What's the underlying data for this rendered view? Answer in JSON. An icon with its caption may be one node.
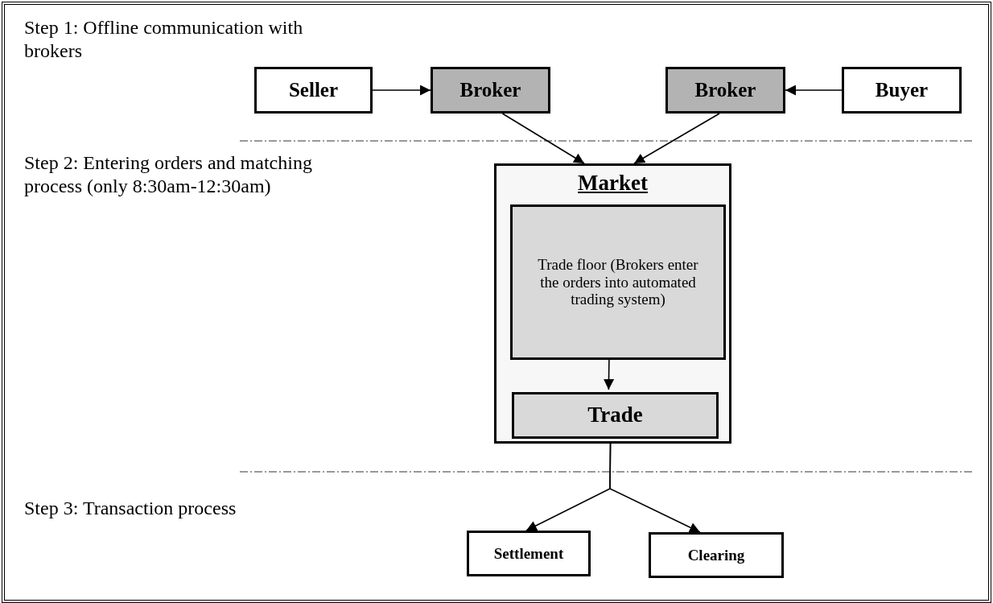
{
  "diagram": {
    "nodes": [
      {
        "text": [
          "Seller"
        ]
      },
      {
        "text": [
          "Broker"
        ]
      },
      {
        "text": [
          "Broker"
        ]
      },
      {
        "text": [
          "Buyer"
        ]
      },
      {
        "text": [
          "Market"
        ]
      },
      {
        "text": [
          "Trade floor (Brokers enter the orders into automated trading system)"
        ],
        "in": 4
      },
      {
        "text": [
          "Trade"
        ],
        "in": 4
      },
      {
        "text": [
          "Settlement"
        ]
      },
      {
        "text": [
          "Clearing"
        ]
      }
    ],
    "edges": [
      {
        "from": 0,
        "to": 1,
        "arrow": "to"
      },
      {
        "from": 3,
        "to": 2,
        "arrow": "to"
      },
      {
        "from": 1,
        "to": 4,
        "arrow": "to"
      },
      {
        "from": 2,
        "to": 4,
        "arrow": "to"
      },
      {
        "from": 5,
        "to": 6,
        "arrow": "to"
      },
      {
        "from": 4,
        "to": 7,
        "arrow": "to"
      },
      {
        "from": 4,
        "to": 8,
        "arrow": "to"
      }
    ],
    "labels": [
      "Step 1: Offline communication with brokers",
      "Step 2: Entering orders and matching process (only 8:30am-12:30am)",
      "Step 3: Transaction process"
    ]
  }
}
